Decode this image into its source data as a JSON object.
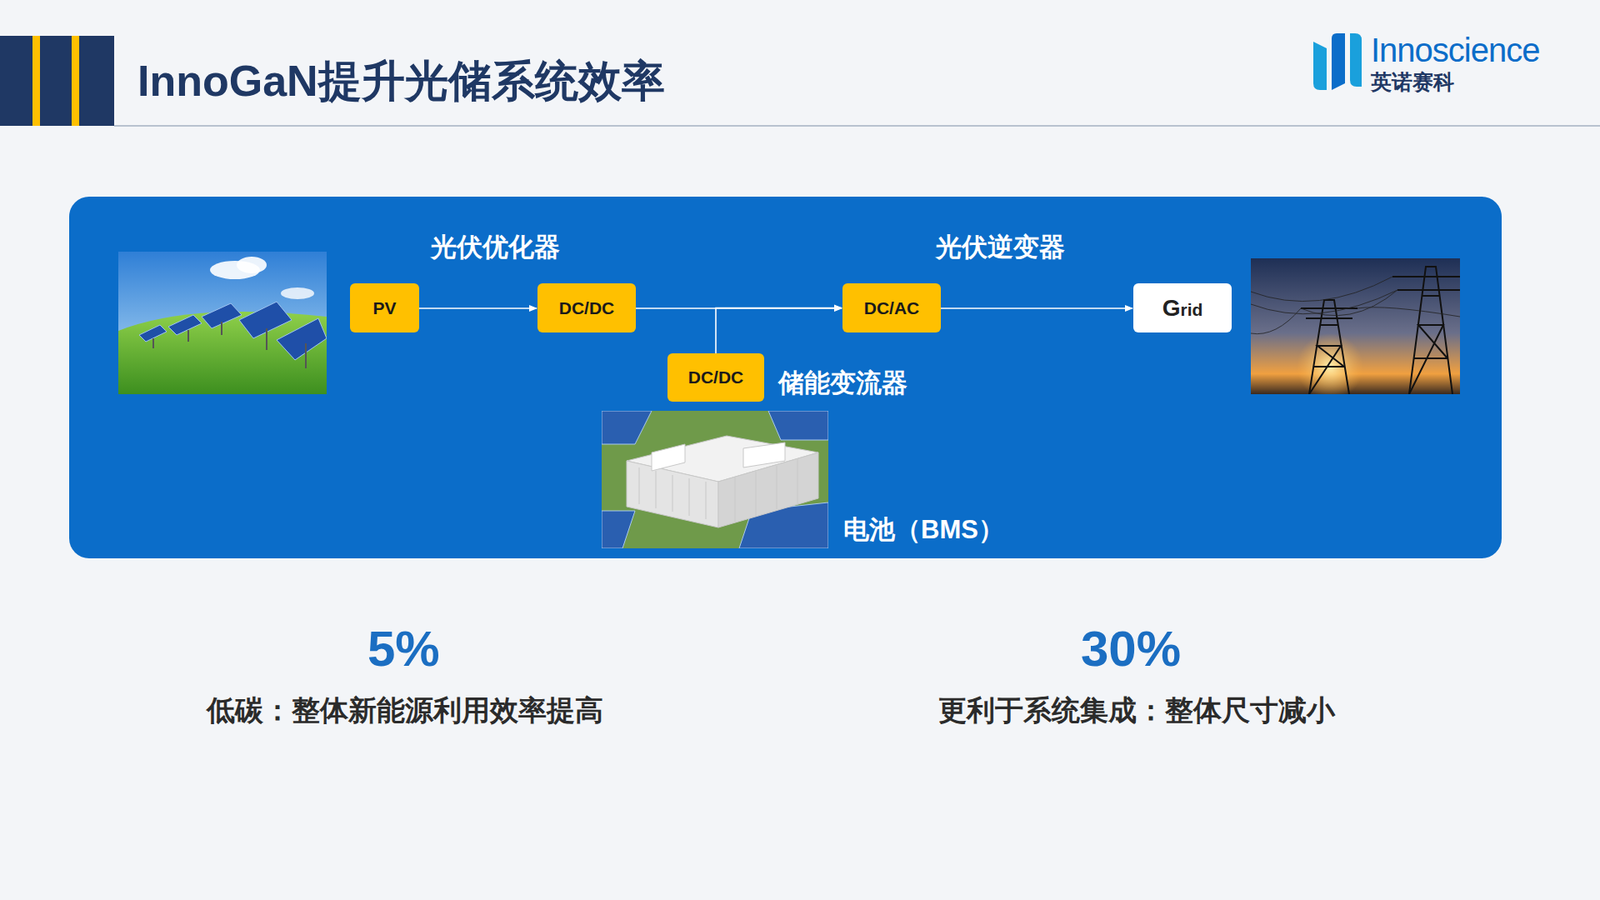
{
  "diagram": {
    "title": "InnoGaN提升光储系统效率",
    "nodes": [
      {
        "text": [
          "PV"
        ]
      },
      {
        "text": [
          "DC/DC"
        ]
      },
      {
        "text": [
          "DC/AC"
        ]
      },
      {
        "text": [
          "Grid"
        ]
      },
      {
        "text": [
          "DC/DC"
        ]
      }
    ],
    "edges": [
      {
        "from": 0,
        "to": 1,
        "arrow": "to"
      },
      {
        "from": 1,
        "to": 2,
        "arrow": "to"
      },
      {
        "from": 4,
        "to": 2,
        "arrow": "to"
      },
      {
        "from": 2,
        "to": 3,
        "arrow": "to"
      }
    ],
    "labels": [
      "光伏优化器",
      "光伏逆变器",
      "储能变流器",
      "电池（BMS）",
      "5%",
      "低碳：整体新能源利用效率提高",
      "30%",
      "更利于系统集成：整体尺寸减小",
      "Innoscience",
      "英诺赛科"
    ]
  }
}
